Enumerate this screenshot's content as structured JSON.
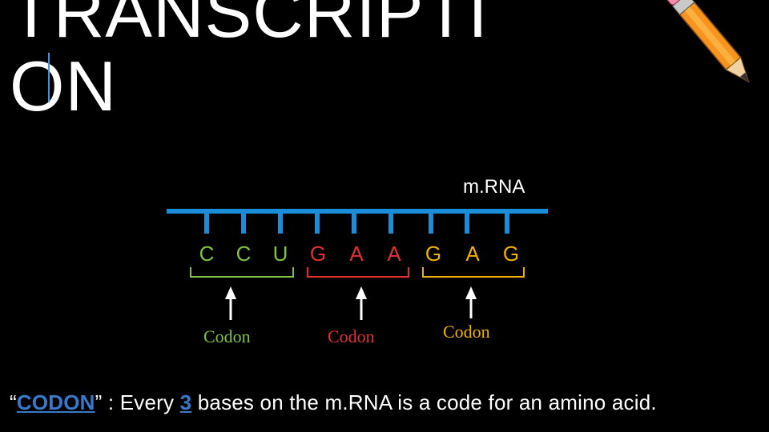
{
  "title": {
    "line1": "TRANSCRIPTI",
    "line2": "ON"
  },
  "mrna_label": "m.RNA",
  "bases": [
    "C",
    "C",
    "U",
    "G",
    "A",
    "A",
    "G",
    "A",
    "G"
  ],
  "codons": [
    {
      "label": "Codon",
      "color": "#7fc241"
    },
    {
      "label": "Codon",
      "color": "#e03030"
    },
    {
      "label": "Codon",
      "color": "#f0b000"
    }
  ],
  "colors": {
    "strand": "#1a8cd8",
    "highlight": "#3a78c9",
    "pencil_body": "#f7941d"
  },
  "footer": {
    "open_quote": "“",
    "codon_word": "CODON",
    "mid": "” : Every ",
    "number": "3",
    "rest": " bases on the m.RNA is a code for an amino acid."
  },
  "icons": {
    "pencil": "pencil-icon"
  }
}
